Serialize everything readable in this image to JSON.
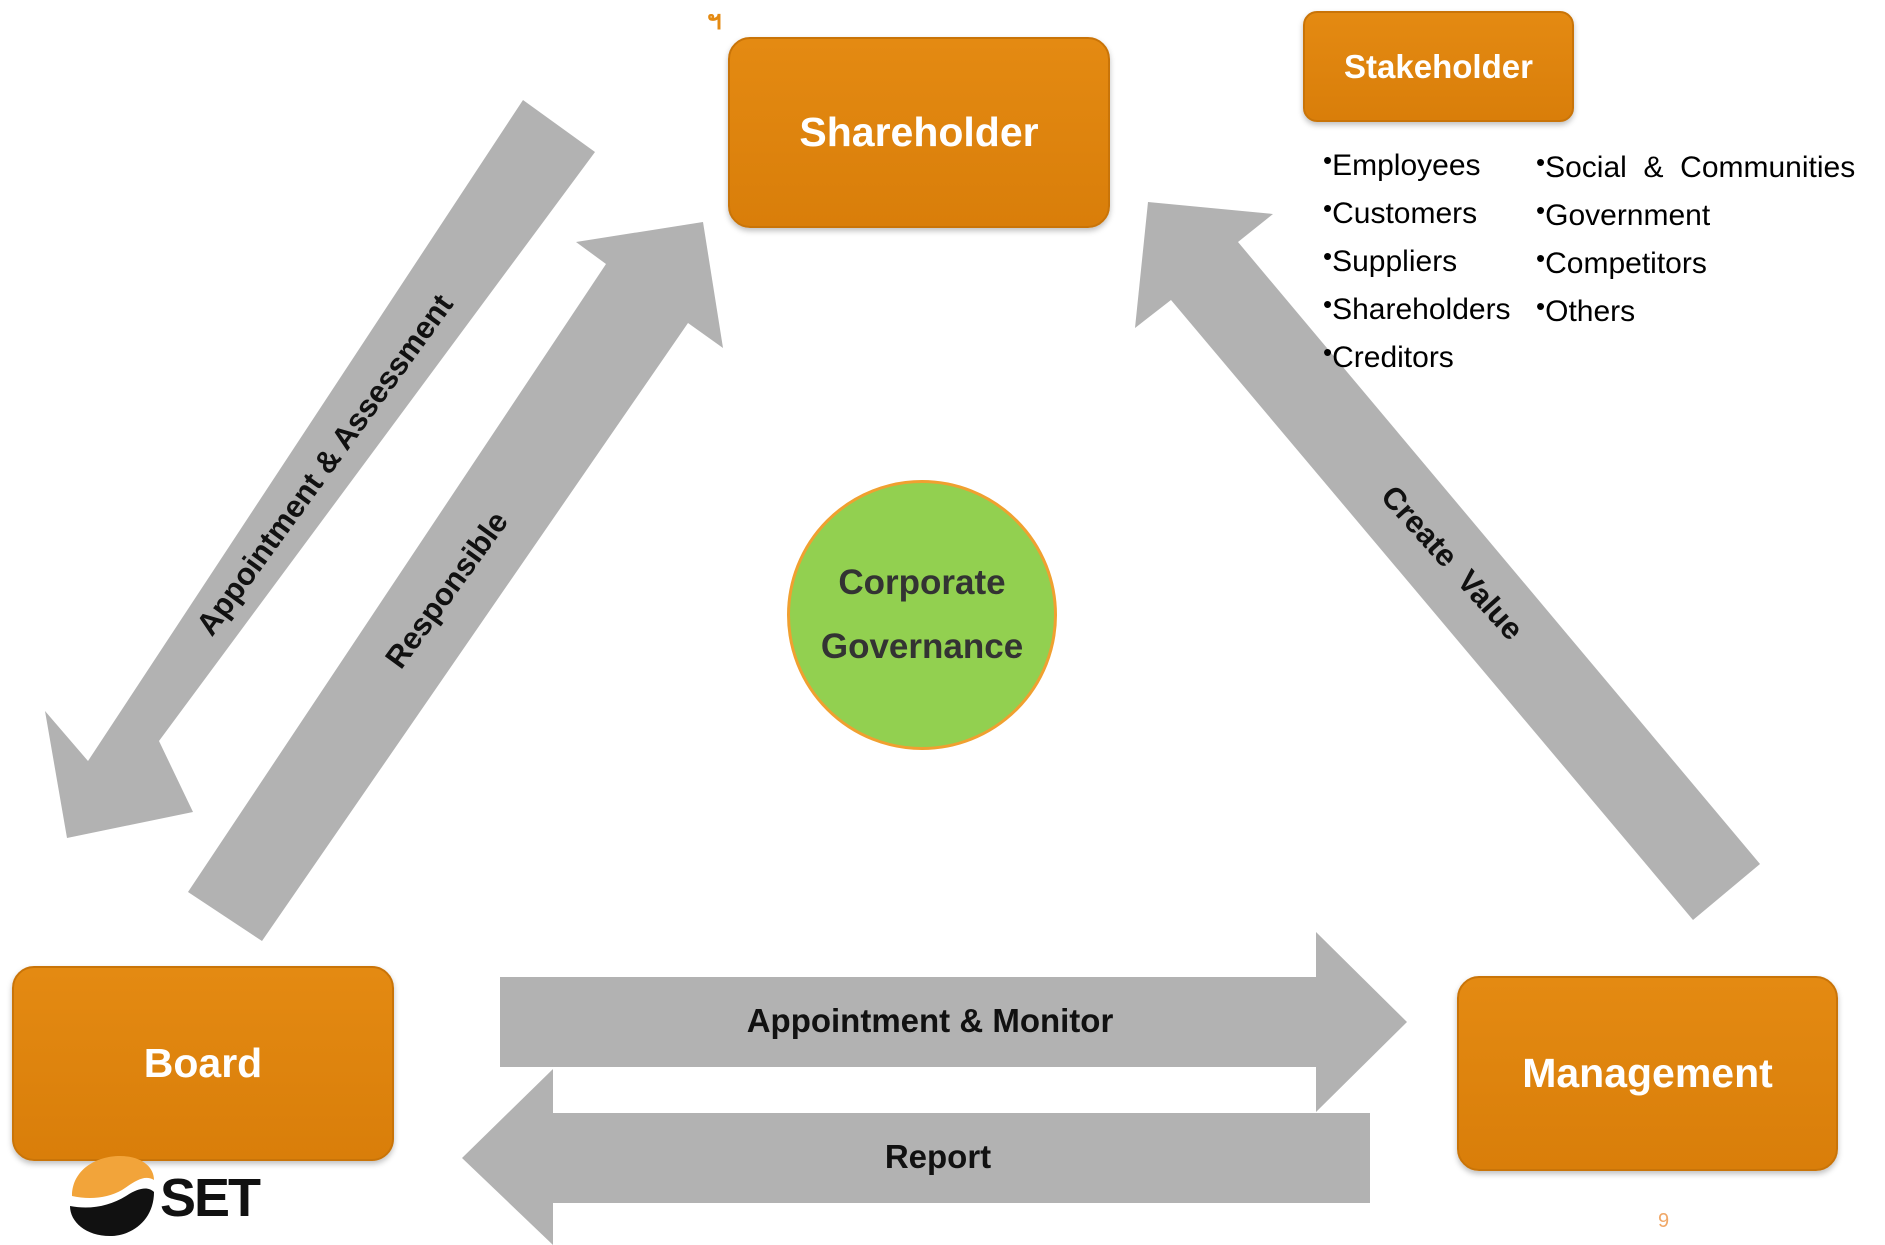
{
  "nodes": {
    "shareholder": "Shareholder",
    "stakeholder": "Stakeholder",
    "board": "Board",
    "management": "Management"
  },
  "arrows": {
    "appointment_assessment": "Appointment & Assessment",
    "responsible": "Responsible",
    "create_value": "Create  Value",
    "appointment_monitor": "Appointment & Monitor",
    "report": "Report"
  },
  "center": {
    "line1": "Corporate",
    "line2": "Governance"
  },
  "stakeholder_list": {
    "col1": [
      "Employees",
      "Customers",
      "Suppliers",
      "Shareholders",
      "Creditors"
    ],
    "col2": [
      "Social  &  Communities",
      "Government",
      "Competitors",
      "Others"
    ]
  },
  "corner_mark": "ฯ",
  "logo": {
    "text": "SET",
    "name": "set-logo"
  },
  "page_number": "9",
  "colors": {
    "box_orange": "#e48a12",
    "arrow_gray": "#b2b2b2",
    "circle_green": "#92d050",
    "circle_border": "#f0a030"
  }
}
